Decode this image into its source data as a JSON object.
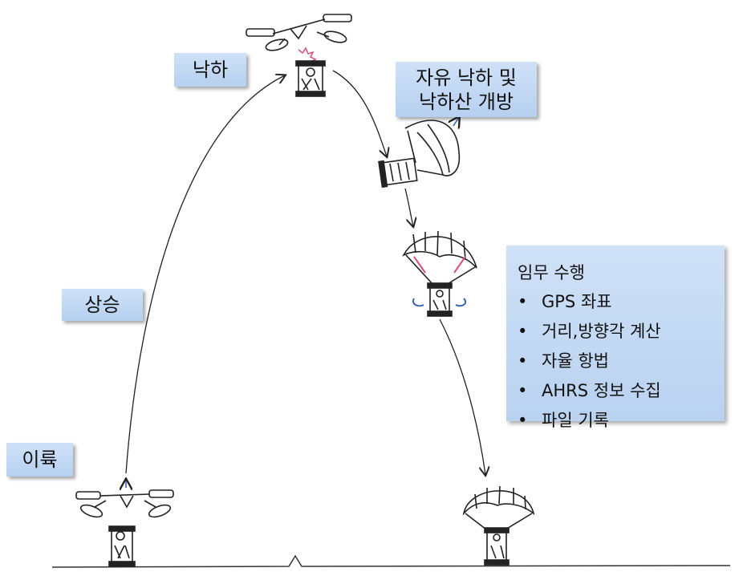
{
  "stages": {
    "takeoff": "이륙",
    "ascent": "상승",
    "drop": "낙하",
    "freefall_line1": "자유 낙하 및",
    "freefall_line2": "낙하산 개방"
  },
  "mission": {
    "title": "임무 수행",
    "items": [
      "GPS 좌표",
      "거리,방향각 계산",
      "자율 항법",
      "AHRS 정보 수집",
      "파일 기록"
    ]
  },
  "colors": {
    "label_bg": "#c4daf4",
    "line": "#222222",
    "arrow_pink": "#d9507a",
    "arrow_blue": "#3b63b8"
  }
}
